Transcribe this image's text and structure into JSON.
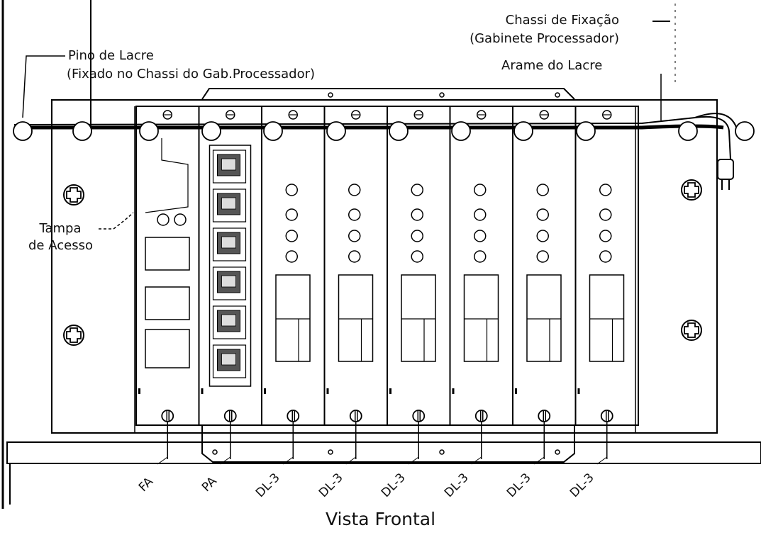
{
  "diagram": {
    "title": "Vista Frontal",
    "callouts": {
      "chassis_line1": "Chassi de Fixação",
      "chassis_line2": "(Gabinete Processador)",
      "pin_line1": "Pino de Lacre",
      "pin_line2": "(Fixado no Chassi do Gab.Processador)",
      "wire": "Arame do Lacre",
      "cover_line1": "Tampa",
      "cover_line2": "de Acesso"
    },
    "modules": [
      {
        "label": "FA",
        "type": "fa"
      },
      {
        "label": "PA",
        "type": "pa"
      },
      {
        "label": "DL-3",
        "type": "dl"
      },
      {
        "label": "DL-3",
        "type": "dl"
      },
      {
        "label": "DL-3",
        "type": "dl"
      },
      {
        "label": "DL-3",
        "type": "dl"
      },
      {
        "label": "DL-3",
        "type": "dl"
      },
      {
        "label": "DL-3",
        "type": "dl"
      }
    ]
  }
}
